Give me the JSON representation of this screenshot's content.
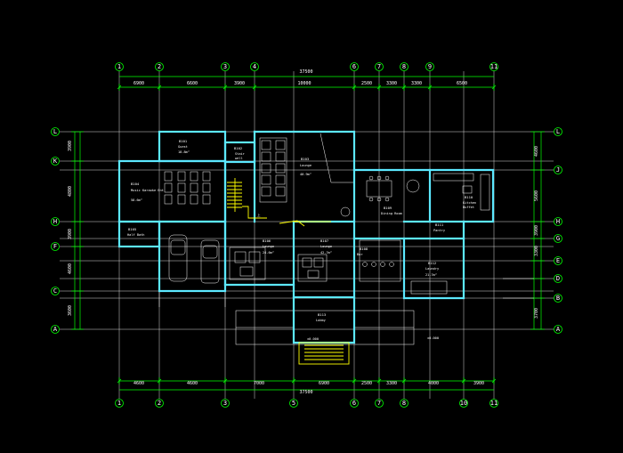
{
  "colors": {
    "background": "#000000",
    "grid": "#ffffff",
    "dimension": "#00ff00",
    "wall": "#5ce8ff",
    "furniture": "#ffffff",
    "stair": "#ffff00",
    "text": "#ffffff"
  },
  "axes": {
    "vertical": [
      "1",
      "2",
      "3",
      "4",
      "5",
      "6",
      "7",
      "8",
      "9",
      "10",
      "11"
    ],
    "horizontal": [
      "L",
      "K",
      "J",
      "H",
      "G",
      "F",
      "E",
      "D",
      "C",
      "B",
      "A"
    ]
  },
  "dimensions": {
    "top_total": "37500",
    "top_segments": [
      "6900",
      "6600",
      "3900",
      "10000",
      "2500",
      "3300",
      "3300",
      "6500"
    ],
    "bottom_total": "37500",
    "bottom_segments": [
      "4600",
      "4600",
      "7000",
      "6900",
      "2500",
      "3300",
      "4000",
      "3900"
    ],
    "left_segments": [
      "3900",
      "4800",
      "3900",
      "4600",
      "3600"
    ],
    "right_segments": [
      "4600",
      "5600",
      "3900",
      "3300",
      "3700"
    ]
  },
  "rooms": [
    {
      "code": "B101",
      "line1": "Guest",
      "line2": "18.8m²"
    },
    {
      "code": "B102",
      "line1": "Stair",
      "line2": "well"
    },
    {
      "code": "B103",
      "line1": "Lounge",
      "line2": "40.9m²"
    },
    {
      "code": "B104",
      "line1": "Music Karaoke Ent",
      "line2": "58.6m²"
    },
    {
      "code": "B105",
      "line1": "Half Bath",
      "line2": ""
    },
    {
      "code": "B106",
      "line1": "Lounge",
      "line2": "24.6m²"
    },
    {
      "code": "B107",
      "line1": "Lounge",
      "line2": "42.7m²"
    },
    {
      "code": "B108",
      "line1": "Bar",
      "line2": ""
    },
    {
      "code": "B109",
      "line1": "Dining Room",
      "line2": ""
    },
    {
      "code": "B110",
      "line1": "Kitchen",
      "line2": "Buffet"
    },
    {
      "code": "B111",
      "line1": "Pantry",
      "line2": ""
    },
    {
      "code": "B112",
      "line1": "Laundry",
      "line2": "21.7m²"
    },
    {
      "code": "B113",
      "line1": "Lobby",
      "line2": ""
    }
  ],
  "labels": {
    "elevation": "±0.000",
    "stair_up": "上"
  }
}
